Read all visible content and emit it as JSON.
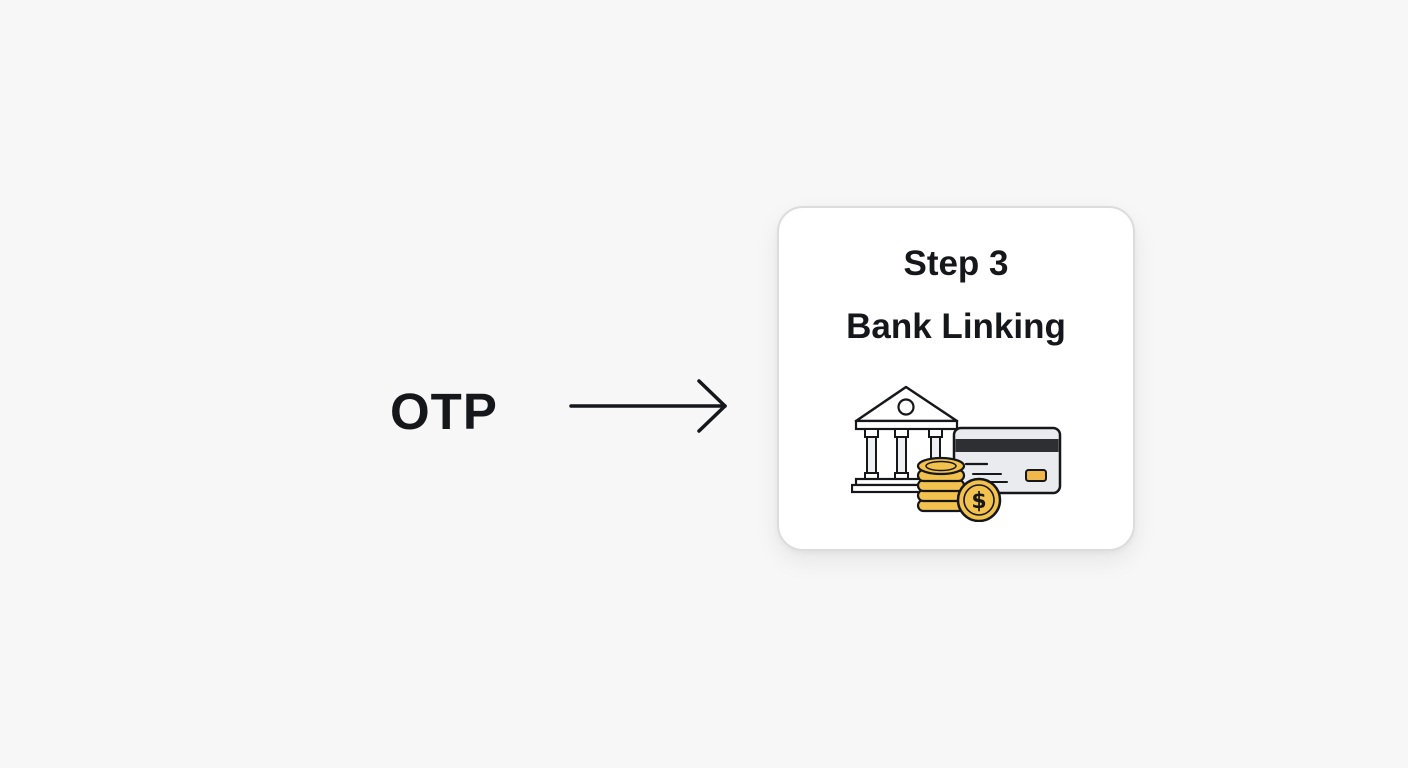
{
  "flow": {
    "previous_step_label": "OTP",
    "current_step": {
      "number_label": "Step 3",
      "title": "Bank Linking",
      "illustration_icons": [
        "bank-icon",
        "credit-card-icon",
        "coin-stack-icon",
        "dollar-coin-icon"
      ]
    }
  },
  "colors": {
    "background": "#f7f7f7",
    "card_background": "#ffffff",
    "card_border": "#dcdcdc",
    "text": "#15171b",
    "coin_gold": "#f2c14e",
    "card_stripe": "#2d2f33",
    "chip": "#f0b84a"
  }
}
